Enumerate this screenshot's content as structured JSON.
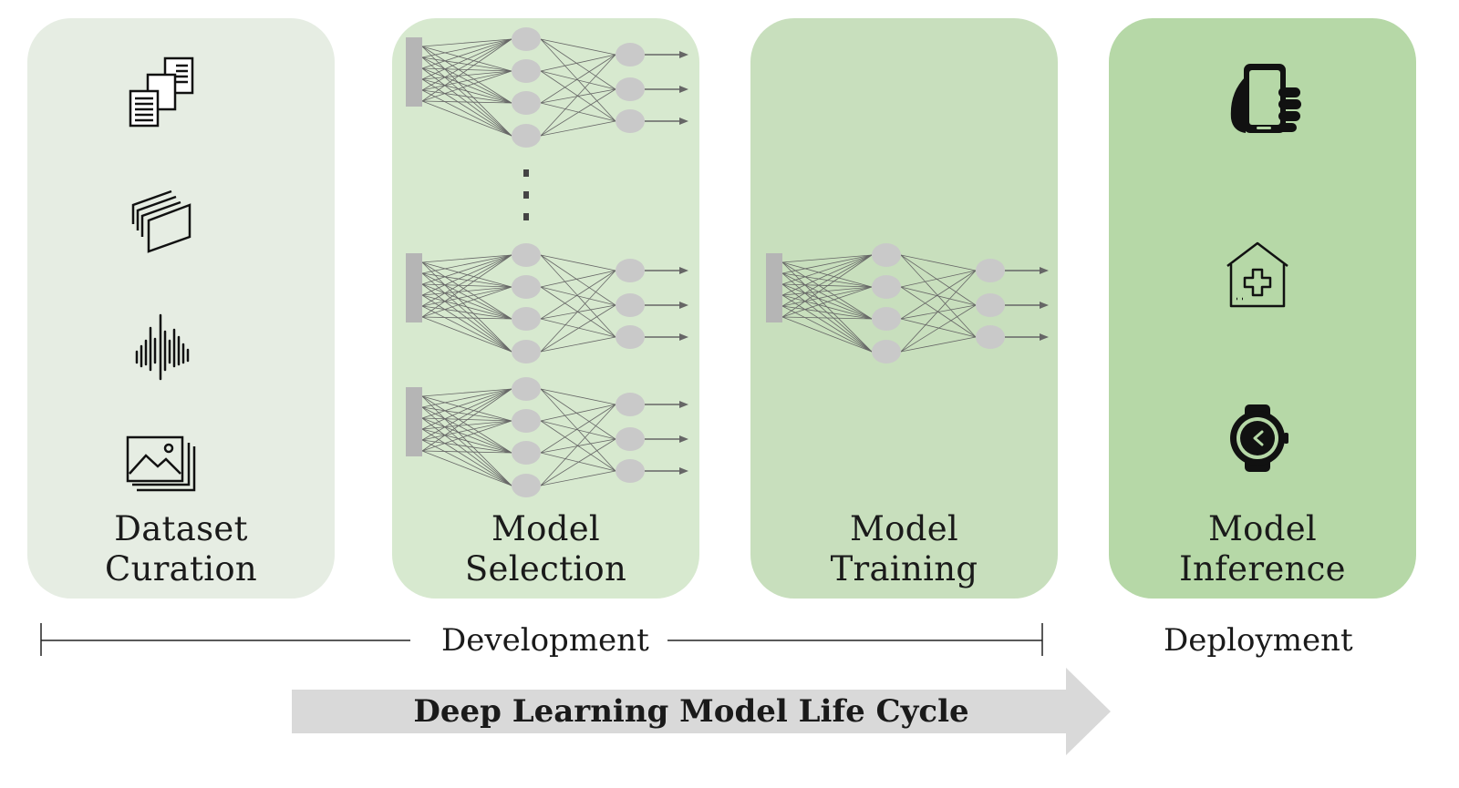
{
  "stages": [
    {
      "line1": "Dataset",
      "line2": "Curation"
    },
    {
      "line1": "Model",
      "line2": "Selection"
    },
    {
      "line1": "Model",
      "line2": "Training"
    },
    {
      "line1": "Model",
      "line2": "Inference"
    }
  ],
  "phases": {
    "development": "Development",
    "deployment": "Deployment"
  },
  "lifecycle_arrow": "Deep Learning Model Life Cycle",
  "icons": {
    "curation": [
      "documents-icon",
      "image-stack-icon",
      "audio-waveform-icon",
      "photo-gallery-icon"
    ],
    "inference": [
      "smartphone-hand-icon",
      "hospital-icon",
      "smartwatch-icon"
    ]
  },
  "colors": {
    "stage1": "#e6ede3",
    "stage2": "#d7e9cf",
    "stage3": "#c8dfbd",
    "stage4": "#b6d8a7",
    "node": "#c9c9c9",
    "arrow": "#d9d9d9"
  }
}
